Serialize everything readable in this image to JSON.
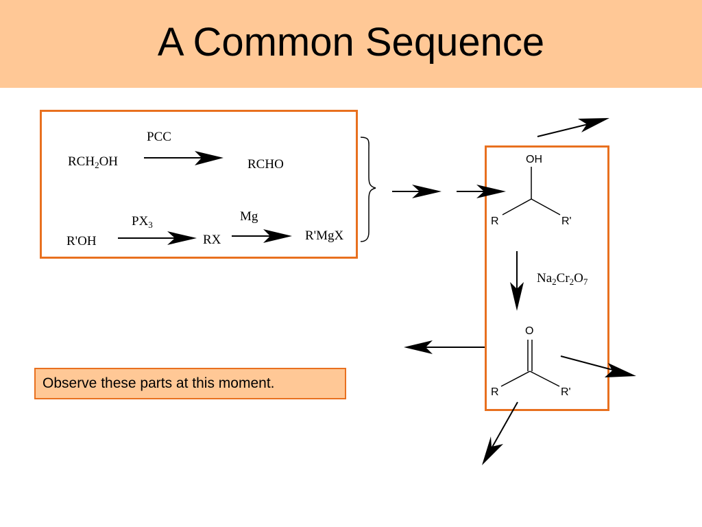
{
  "title": "A Common Sequence",
  "reactions": {
    "r1": {
      "reactant": {
        "base": "RCH",
        "sub": "2",
        "rest": "OH"
      },
      "reagent": "PCC",
      "product": "RCHO"
    },
    "r2": {
      "reactant": "R'OH",
      "reagent": {
        "base": "PX",
        "sub": "3"
      },
      "intermediate": "RX",
      "reagent2": "Mg",
      "product": "R'MgX"
    }
  },
  "alcohol": {
    "oh": "OH",
    "r": "R",
    "r_prime": "R'"
  },
  "oxidant": {
    "p1": "Na",
    "s1": "2",
    "p2": "Cr",
    "s2": "2",
    "p3": "O",
    "s3": "7"
  },
  "ketone": {
    "o": "O",
    "r": "R",
    "r_prime": "R'"
  },
  "note": "Observe these parts at this moment.",
  "colors": {
    "header_bg": "#ffc896",
    "box_border": "#e8701f",
    "note_bg": "#ffc896"
  }
}
